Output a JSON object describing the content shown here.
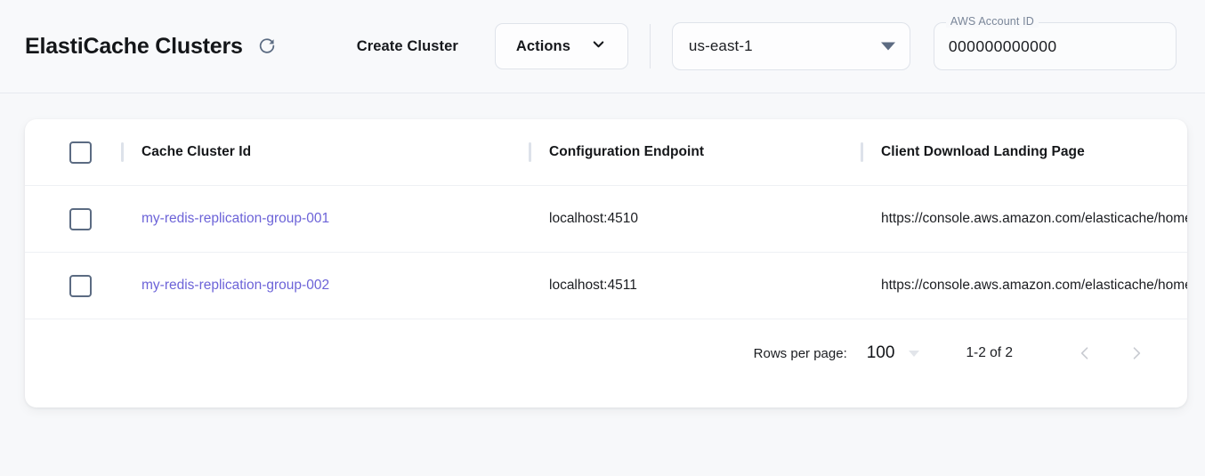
{
  "header": {
    "title": "ElastiCache Clusters",
    "refresh_icon": "refresh-icon",
    "create_cluster_label": "Create Cluster",
    "actions_label": "Actions",
    "actions_caret_icon": "chevron-down-icon",
    "region": {
      "value": "us-east-1",
      "caret_icon": "triangle-down-icon"
    },
    "account": {
      "label": "AWS Account ID",
      "value": "000000000000"
    }
  },
  "table": {
    "columns": [
      {
        "key": "cache_cluster_id",
        "label": "Cache Cluster Id"
      },
      {
        "key": "configuration_endpoint",
        "label": "Configuration Endpoint"
      },
      {
        "key": "client_download_landing_page",
        "label": "Client Download Landing Page"
      }
    ],
    "rows": [
      {
        "cache_cluster_id": "my-redis-replication-group-001",
        "configuration_endpoint": "localhost:4510",
        "client_download_landing_page": "https://console.aws.amazon.com/elasticache/home"
      },
      {
        "cache_cluster_id": "my-redis-replication-group-002",
        "configuration_endpoint": "localhost:4511",
        "client_download_landing_page": "https://console.aws.amazon.com/elasticache/home"
      }
    ]
  },
  "pagination": {
    "rows_per_page_label": "Rows per page:",
    "rows_per_page_value": "100",
    "range_label": "1-2 of 2",
    "prev_icon": "chevron-left-icon",
    "next_icon": "chevron-right-icon"
  },
  "colors": {
    "page_background": "#f7f8fa",
    "card_background": "#ffffff",
    "link": "#6c63d8",
    "checkbox_border": "#5b6b82",
    "caret": "#5d6b82",
    "label_muted": "#7a8699"
  }
}
